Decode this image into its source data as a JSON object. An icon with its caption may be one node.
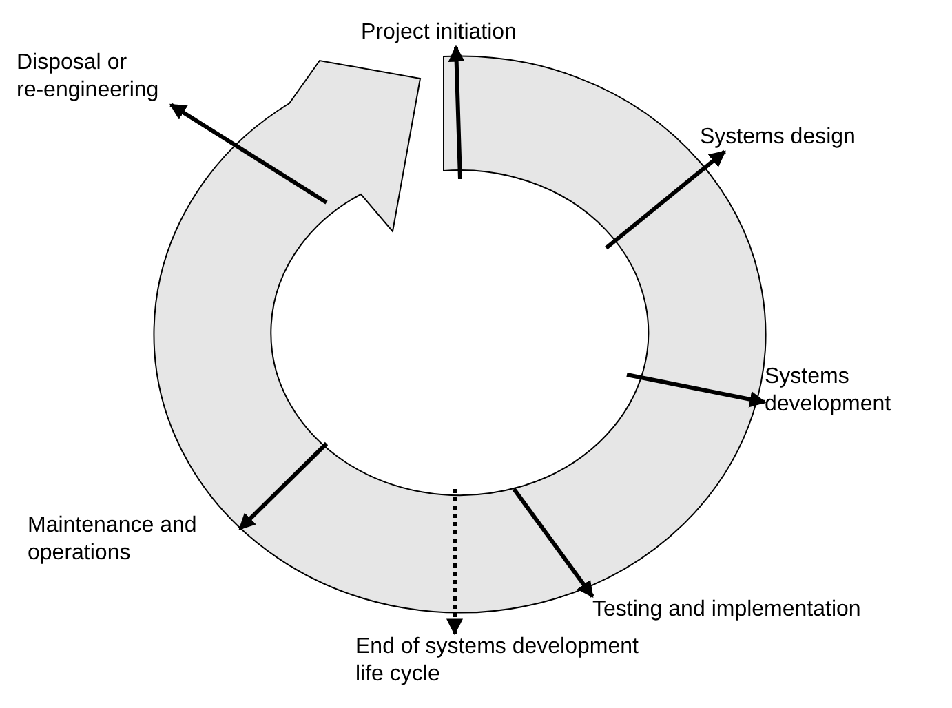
{
  "diagram": {
    "nodes": [
      {
        "text": [],
        "shape": "ring"
      },
      {
        "text": [
          "Project initiation"
        ]
      },
      {
        "text": [
          "Systems design"
        ]
      },
      {
        "text": [
          "Systems development"
        ]
      },
      {
        "text": [
          "Testing and implementation"
        ]
      },
      {
        "text": [
          "End of systems development life cycle"
        ]
      },
      {
        "text": [
          "Maintenance and operations"
        ]
      },
      {
        "text": [
          "Disposal or re-engineering"
        ]
      }
    ],
    "edges": [
      {
        "from": 0,
        "to": 1,
        "arrow": "to"
      },
      {
        "from": 0,
        "to": 2,
        "arrow": "to"
      },
      {
        "from": 0,
        "to": 3,
        "arrow": "to"
      },
      {
        "from": 0,
        "to": 4,
        "arrow": "to"
      },
      {
        "from": 0,
        "to": 5,
        "arrow": "to",
        "style": "dashed"
      },
      {
        "from": 0,
        "to": 6,
        "arrow": "to"
      },
      {
        "from": 0,
        "to": 7,
        "arrow": "to"
      }
    ]
  }
}
